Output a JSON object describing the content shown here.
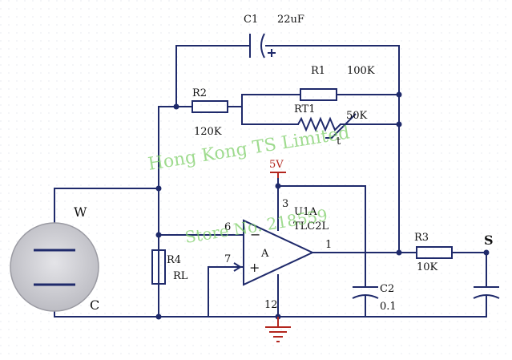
{
  "labels": {
    "c1_name": "C1",
    "c1_value": "22uF",
    "r1_name": "R1",
    "r1_value": "100K",
    "r2_name": "R2",
    "r2_value": "120K",
    "rt1_name": "RT1",
    "rt1_value": "50K",
    "rt1_t": "t",
    "supply": "5V",
    "pin_3": "3",
    "pin_6": "6",
    "pin_7": "7",
    "pin_1": "1",
    "pin_12": "12",
    "u1a_name": "U1A",
    "u1a_part": "TLC2L",
    "opamp_symbol": "A",
    "opamp_minus": "−",
    "opamp_plus": "+",
    "r3_name": "R3",
    "r3_value": "10K",
    "r4_name": "R4",
    "r4_value": "RL",
    "c2_name": "C2",
    "c2_value": "0.1",
    "sensor_w": "W",
    "sensor_c": "C",
    "output_s": "S"
  },
  "watermark": {
    "line1": "Hong Kong TS Limited",
    "line2": "Store No. 218559"
  },
  "colors": {
    "wire": "#1f2a6b",
    "supply_ground": "#b3261e",
    "watermark": "#7fcf6a",
    "sensor_fill": "#c8c8cc"
  }
}
